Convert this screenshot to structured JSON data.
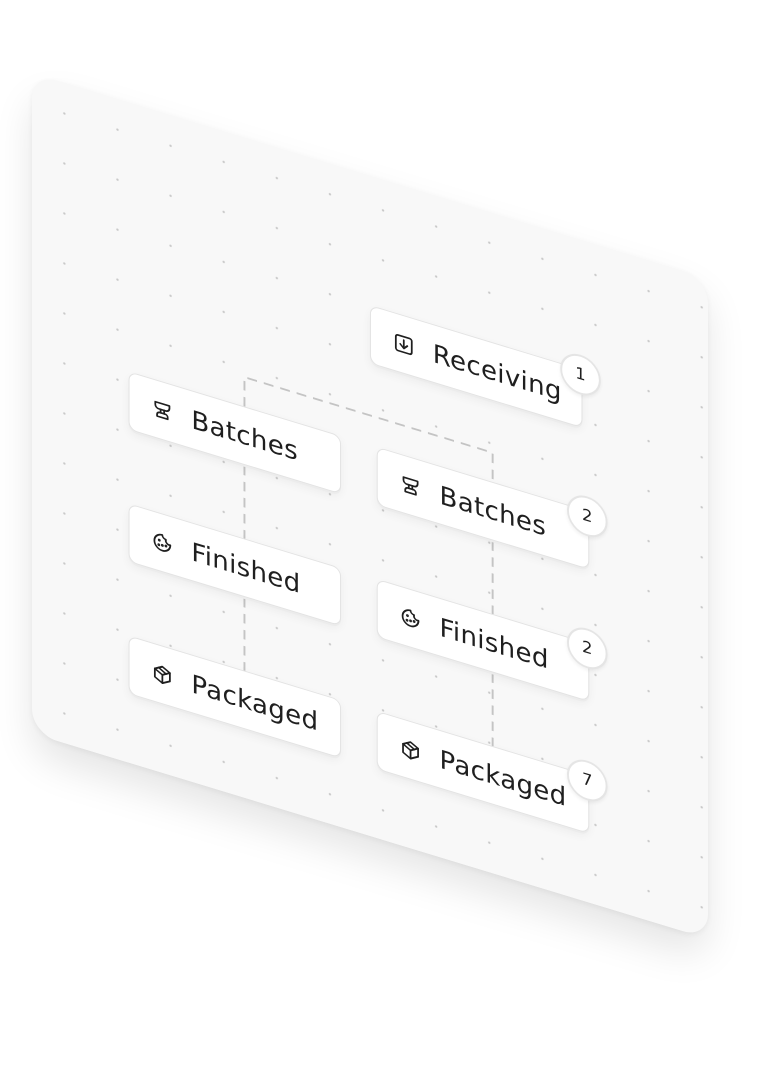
{
  "flows": [
    {
      "id": "left",
      "nodes": [
        {
          "key": "batches",
          "label": "Batches",
          "icon": "anvil-icon",
          "badge": ""
        },
        {
          "key": "finished",
          "label": "Finished",
          "icon": "cookie-icon",
          "badge": ""
        },
        {
          "key": "packaged",
          "label": "Packaged",
          "icon": "package-icon",
          "badge": ""
        }
      ]
    },
    {
      "id": "right",
      "nodes": [
        {
          "key": "receiving",
          "label": "Receiving",
          "icon": "arrow-down-square-icon",
          "badge": "1"
        },
        {
          "key": "batches",
          "label": "Batches",
          "icon": "anvil-icon",
          "badge": "2"
        },
        {
          "key": "finished",
          "label": "Finished",
          "icon": "cookie-icon",
          "badge": "2"
        },
        {
          "key": "packaged",
          "label": "Packaged",
          "icon": "package-icon",
          "badge": "7"
        }
      ]
    }
  ],
  "colors": {
    "board": "#f8f8f8",
    "dot": "#c9c9c9",
    "connector": "#c4c4c4",
    "text": "#1f1f1f",
    "card_border": "#e3e3e3"
  }
}
